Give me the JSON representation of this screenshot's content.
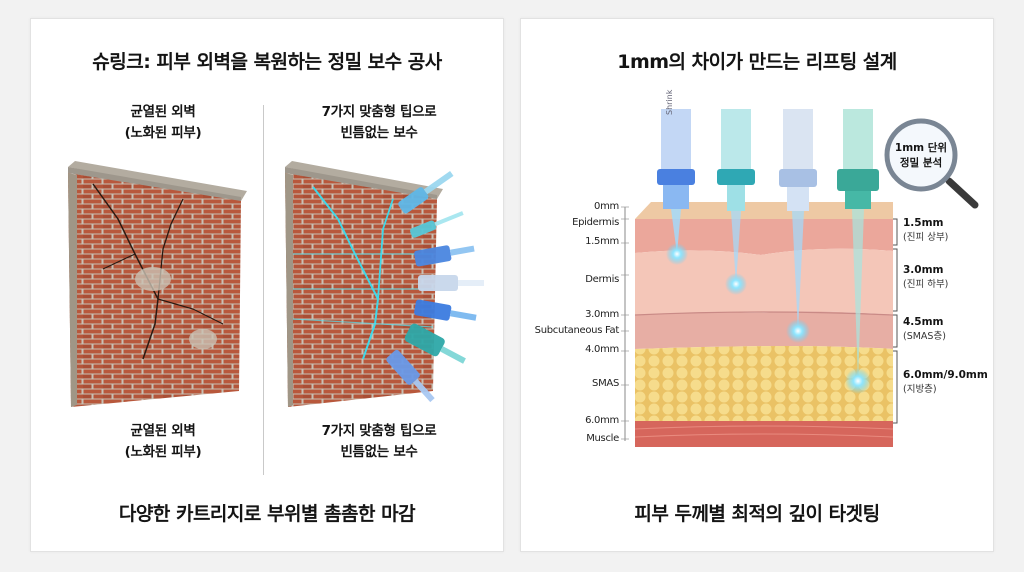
{
  "left_panel": {
    "title": "슈링크: 피부 외벽을 복원하는 정밀 보수 공사",
    "before": {
      "top_caption_line1": "균열된 외벽",
      "top_caption_line2": "(노화된 피부)",
      "bottom_caption_line1": "균열된 외벽",
      "bottom_caption_line2": "(노화된 피부)",
      "image": "cracked-brick-wall"
    },
    "after": {
      "top_caption_line1": "7가지 맞춤형 팁으로",
      "top_caption_line2": "빈틈없는 보수",
      "bottom_caption_line1": "7가지 맞춤형 팁으로",
      "bottom_caption_line2": "빈틈없는 보수",
      "image": "repaired-brick-wall-with-7-cartridge-tips",
      "tip_count": 7
    },
    "footer": "다양한 카트리지로 부위별 촘촘한 마감"
  },
  "right_panel": {
    "title": "1mm의 차이가 만드는 리프팅 설계",
    "handpiece_brand": "Shrink",
    "handpiece_count": 4,
    "magnifier": {
      "line1": "1mm 단위",
      "line2": "정밀 분석"
    },
    "scale_labels": [
      "0mm",
      "Epidermis",
      "1.5mm",
      "Dermis",
      "3.0mm",
      "Subcutaneous Fat",
      "4.0mm",
      "SMAS",
      "6.0mm",
      "Muscle"
    ],
    "depth_annotations": [
      {
        "value": "1.5mm",
        "sub": "(진피 상부)"
      },
      {
        "value": "3.0mm",
        "sub": "(진피 하부)"
      },
      {
        "value": "4.5mm",
        "sub": "(SMAS층)"
      },
      {
        "value": "6.0mm/9.0mm",
        "sub": "(지방층)"
      }
    ],
    "footer": "피부 두께별 최적의 깊이 타겟팅",
    "colors": {
      "glow": "#5fd3ff",
      "epidermis": "#e9a39a",
      "dermis": "#f4c4b6",
      "fat": "#f1cf73",
      "muscle": "#d8645a"
    }
  }
}
